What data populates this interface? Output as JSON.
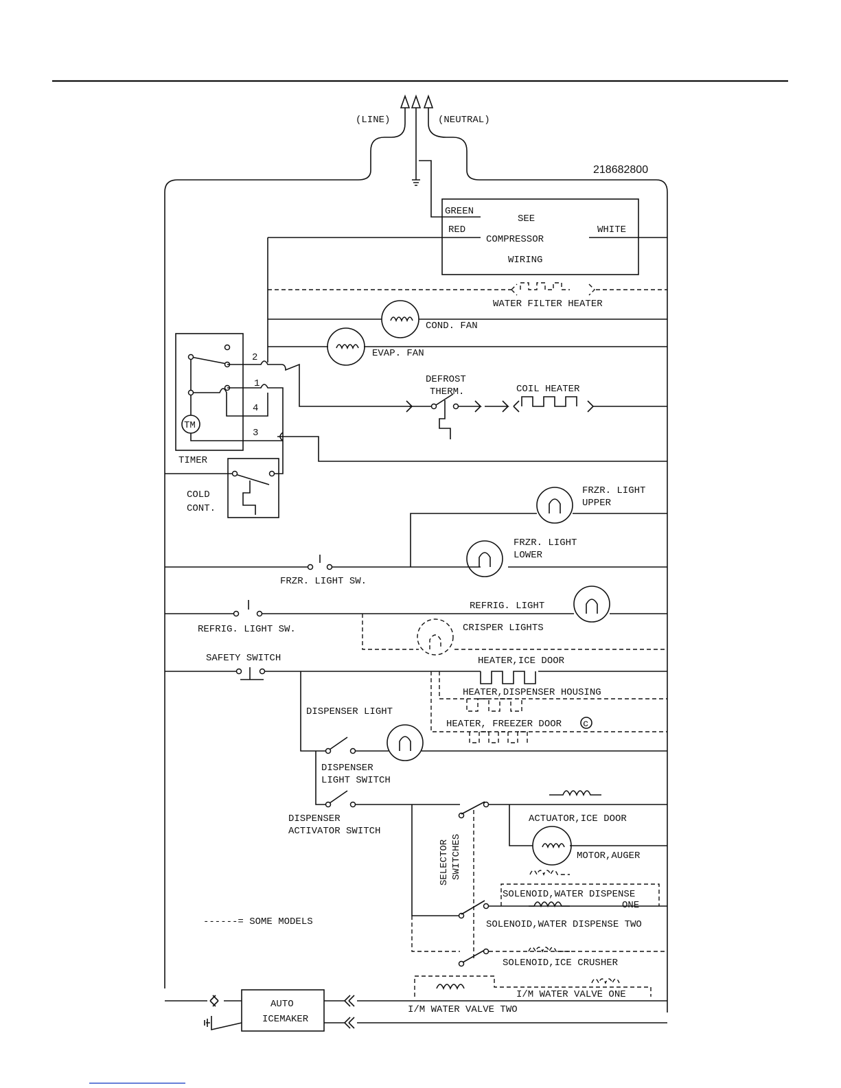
{
  "part_number": "218682800",
  "supply": {
    "line": "(LINE)",
    "neutral": "(NEUTRAL)"
  },
  "compressor_box": {
    "green": "GREEN",
    "red": "RED",
    "white": "WHITE",
    "see": "SEE",
    "compressor": "COMPRESSOR",
    "wiring": "WIRING"
  },
  "labels": {
    "water_filter_heater": "WATER FILTER HEATER",
    "cond_fan": "COND. FAN",
    "evap_fan": "EVAP. FAN",
    "defrost_therm_1": "DEFROST",
    "defrost_therm_2": "THERM.",
    "coil_heater": "COIL HEATER",
    "timer": "TIMER",
    "tm": "TM",
    "term_2": "2",
    "term_1": "1",
    "term_4": "4",
    "term_3": "3",
    "cold_cont_1": "COLD",
    "cold_cont_2": "CONT.",
    "frzr_light_upper_1": "FRZR. LIGHT",
    "frzr_light_upper_2": "UPPER",
    "frzr_light_lower_1": "FRZR. LIGHT",
    "frzr_light_lower_2": "LOWER",
    "frzr_light_sw": "FRZR. LIGHT SW.",
    "refrig_light": "REFRIG. LIGHT",
    "refrig_light_sw": "REFRIG. LIGHT SW.",
    "crisper_lights": "CRISPER LIGHTS",
    "safety_switch": "SAFETY SWITCH",
    "heater_ice_door": "HEATER,ICE DOOR",
    "heater_dispenser_housing": "HEATER,DISPENSER HOUSING",
    "heater_freezer_door": "HEATER, FREEZER DOOR",
    "copyright_mark": "c",
    "dispenser_light": "DISPENSER LIGHT",
    "dispenser_light_switch_1": "DISPENSER",
    "dispenser_light_switch_2": "LIGHT SWITCH",
    "dispenser_activator_switch_1": "DISPENSER",
    "dispenser_activator_switch_2": "ACTIVATOR SWITCH",
    "selector_switches_1": "SELECTOR",
    "selector_switches_2": "SWITCHES",
    "actuator_ice_door": "ACTUATOR,ICE DOOR",
    "motor_auger": "MOTOR,AUGER",
    "solenoid_water_dispense_one_1": "SOLENOID,WATER DISPENSE",
    "solenoid_water_dispense_one_2": "ONE",
    "solenoid_water_dispense_two": "SOLENOID,WATER DISPENSE TWO",
    "solenoid_ice_crusher": "SOLENOID,ICE CRUSHER",
    "some_models": "------= SOME MODELS",
    "im_water_valve_one": "I/M WATER VALVE ONE",
    "im_water_valve_two": "I/M WATER VALVE TWO",
    "auto_icemaker_1": "AUTO",
    "auto_icemaker_2": "ICEMAKER"
  }
}
